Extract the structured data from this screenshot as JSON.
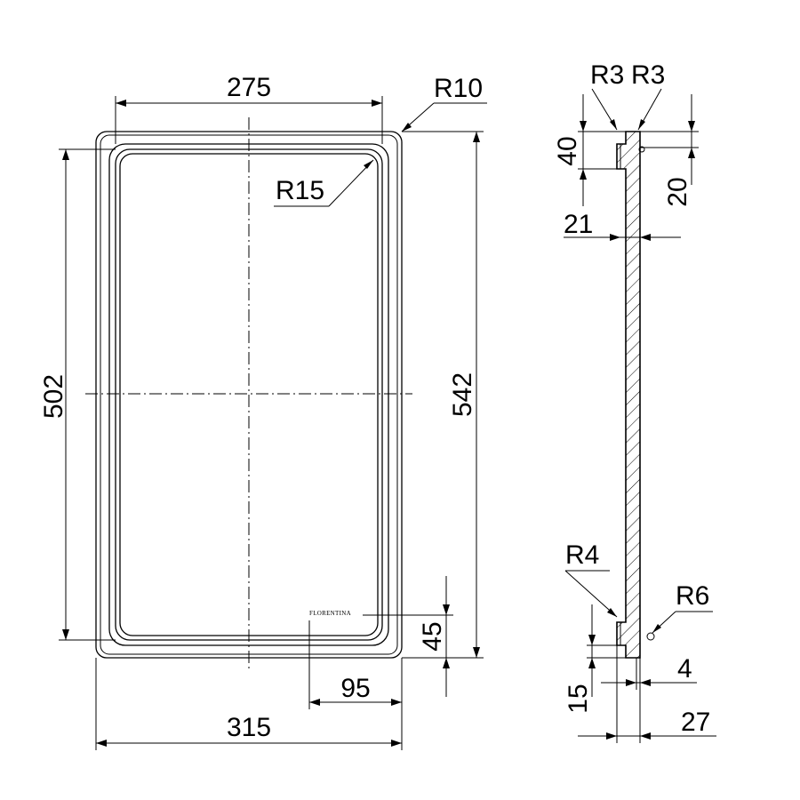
{
  "drawing": {
    "brand_text": "FLORENTINA",
    "front_view": {
      "dims": {
        "inner_width": "275",
        "outer_width": "315",
        "inner_height": "502",
        "outer_height": "542",
        "logo_offset_x": "95",
        "logo_offset_y": "45",
        "corner_radius_outer": "R10",
        "corner_radius_inner": "R15"
      }
    },
    "side_view": {
      "dims": {
        "top_radius_left": "R3",
        "top_radius_right": "R3",
        "top_step_height": "40",
        "top_lip_height": "20",
        "depth_top": "21",
        "bottom_radius_left": "R4",
        "bottom_radius_right": "R6",
        "bottom_step": "15",
        "lip_thickness": "4",
        "total_depth": "27"
      }
    }
  }
}
